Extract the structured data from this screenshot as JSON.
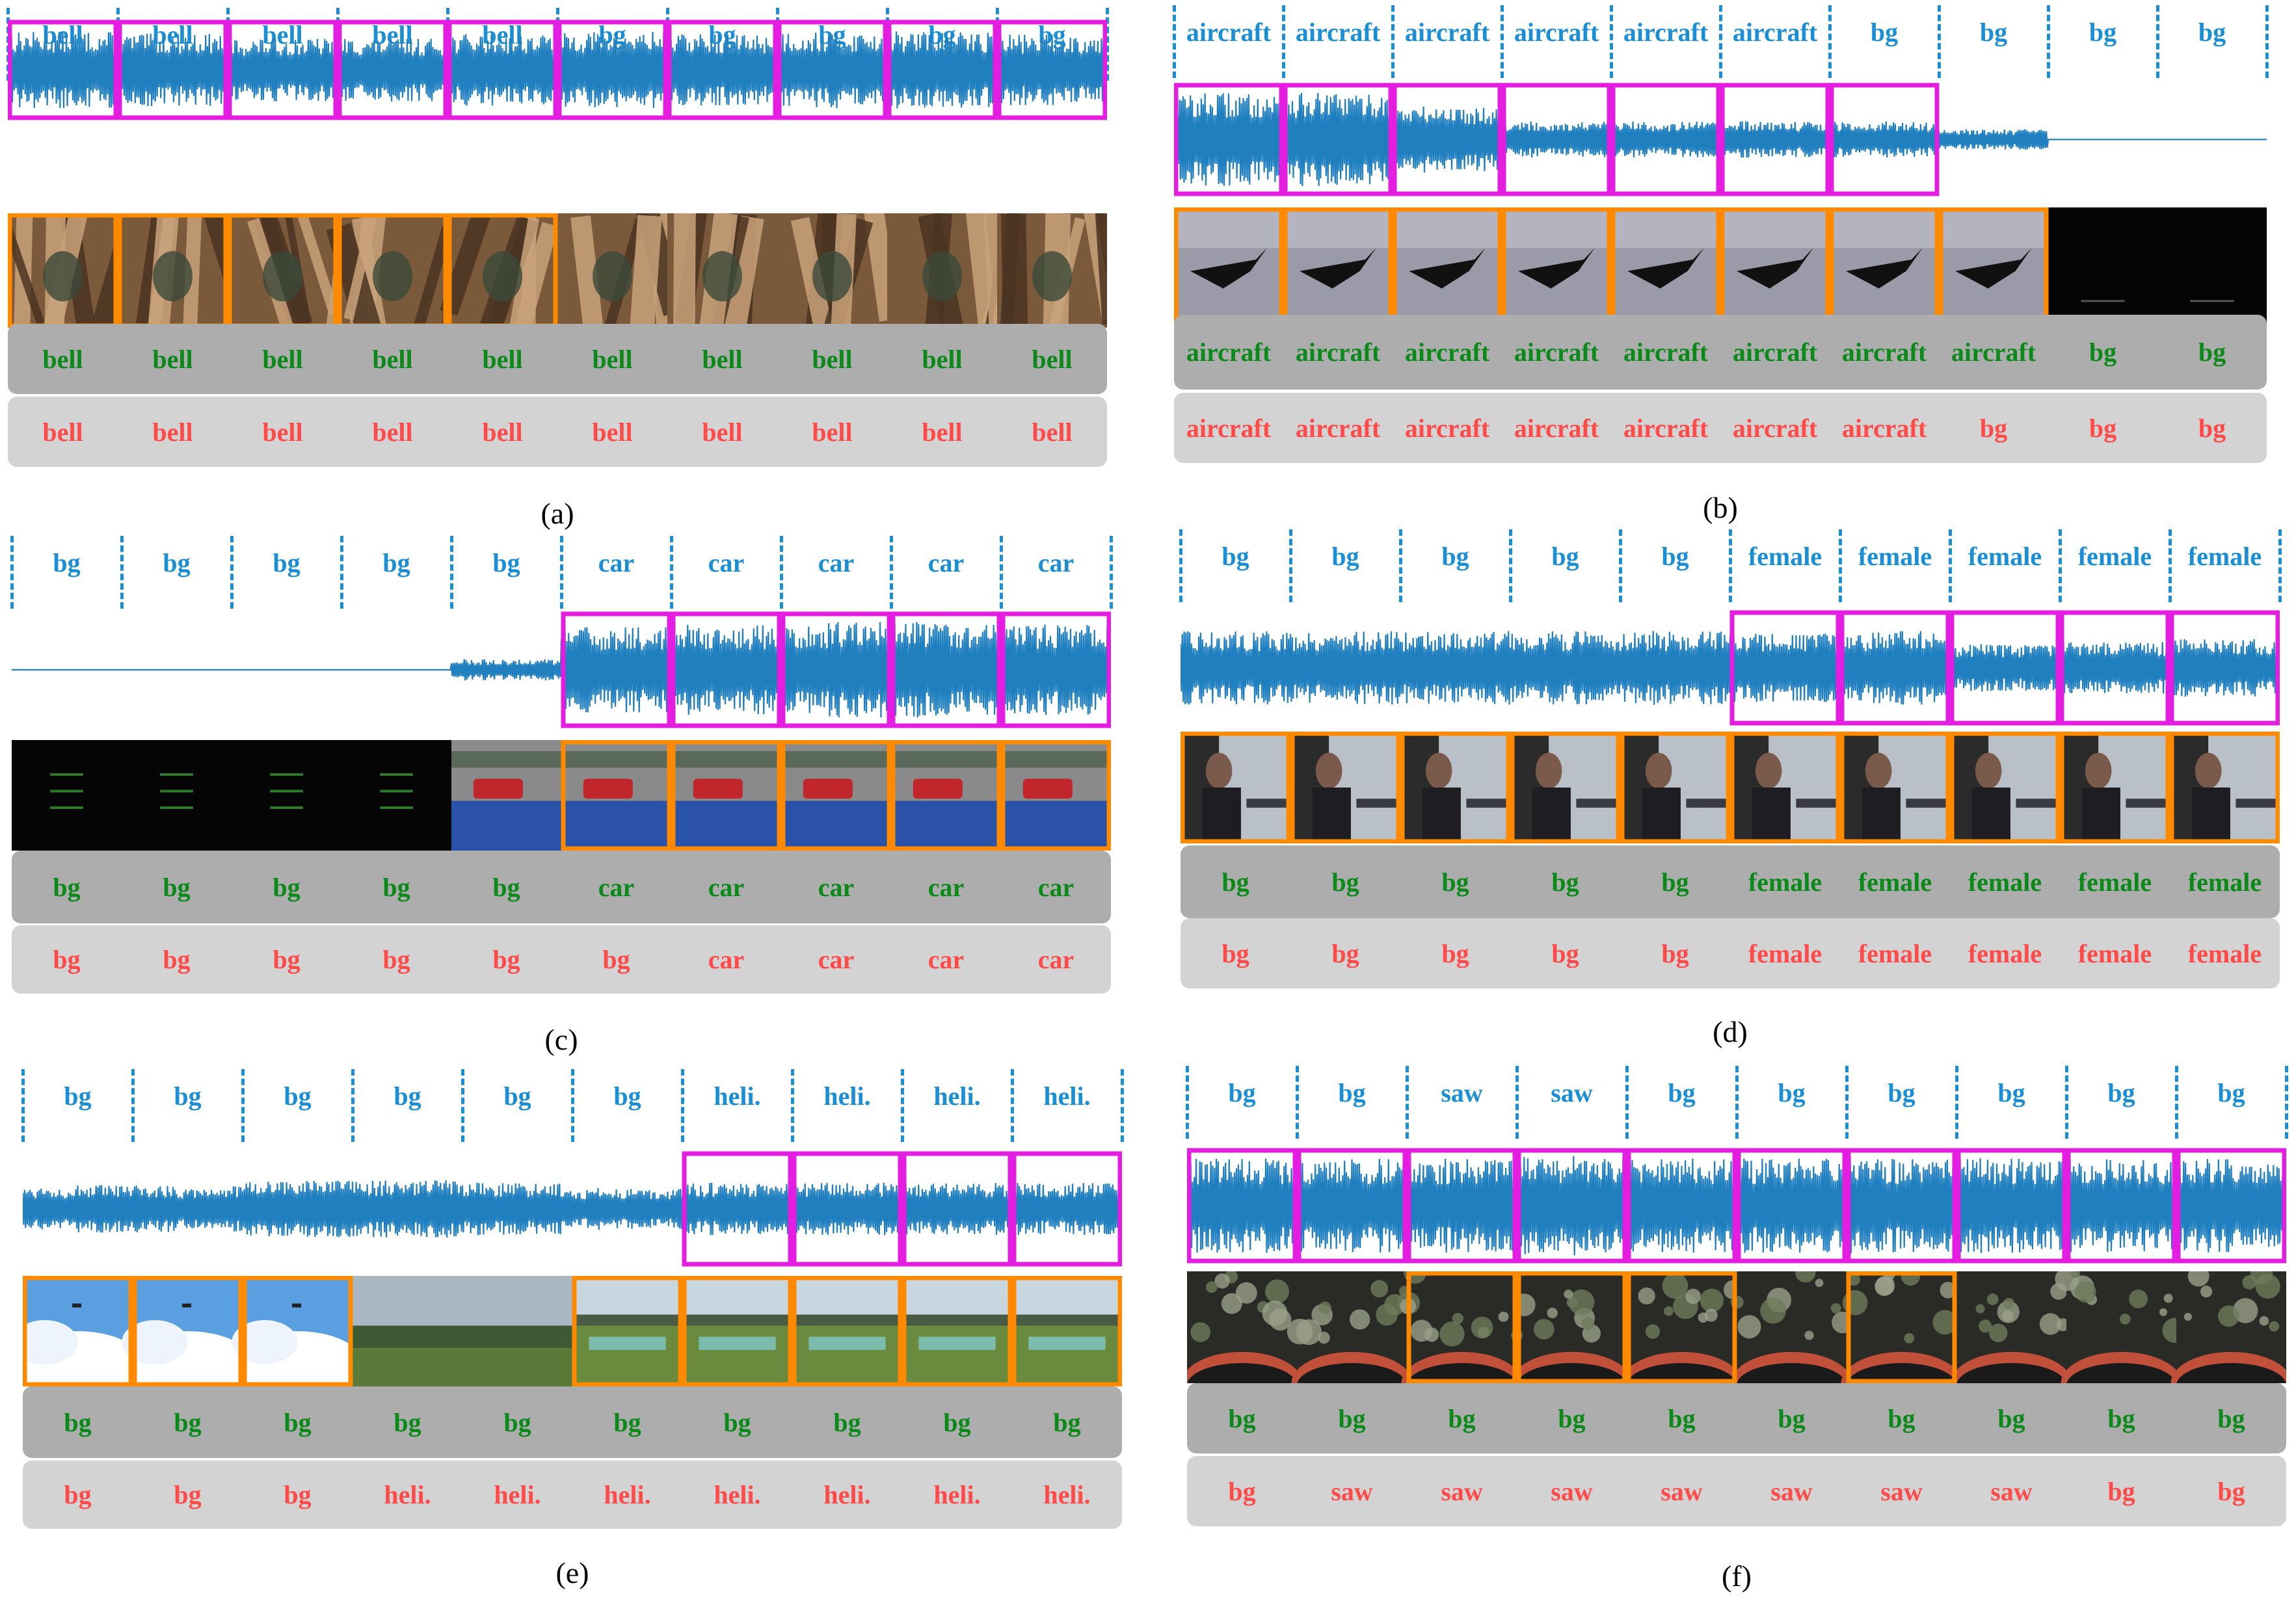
{
  "colors": {
    "label_blue": "#1a8fd6",
    "wave_blue": "#1f7fbf",
    "audio_box": "#e31ee0",
    "video_box": "#ff8a00",
    "pred_green": "#0b8a1a",
    "pred_red": "#ff4a4a",
    "pred_row_dark": "#adadad",
    "pred_row_light": "#d3d3d3"
  },
  "panels": [
    {
      "id": "a",
      "caption": "(a)",
      "labels": [
        "bell",
        "bell",
        "bell",
        "bell",
        "bell",
        "bg",
        "bg",
        "bg",
        "bg",
        "bg"
      ],
      "audio_boxes": [
        1,
        1,
        1,
        1,
        1,
        1,
        1,
        1,
        1,
        1
      ],
      "video_boxes": [
        1,
        1,
        1,
        1,
        1,
        0,
        0,
        0,
        0,
        0
      ],
      "wave_level": [
        0.85,
        0.8,
        0.7,
        0.7,
        0.8,
        0.85,
        0.8,
        0.85,
        0.85,
        0.8
      ],
      "frame_scene": [
        "bell",
        "bell",
        "bell",
        "bell",
        "bell",
        "bell",
        "bell",
        "bell",
        "bell",
        "bell"
      ],
      "pred_green": [
        "bell",
        "bell",
        "bell",
        "bell",
        "bell",
        "bell",
        "bell",
        "bell",
        "bell",
        "bell"
      ],
      "pred_red": [
        "bell",
        "bell",
        "bell",
        "bell",
        "bell",
        "bell",
        "bell",
        "bell",
        "bell",
        "bell"
      ]
    },
    {
      "id": "b",
      "caption": "(b)",
      "labels": [
        "aircraft",
        "aircraft",
        "aircraft",
        "aircraft",
        "aircraft",
        "aircraft",
        "bg",
        "bg",
        "bg",
        "bg"
      ],
      "audio_boxes": [
        1,
        1,
        1,
        1,
        1,
        1,
        1,
        0,
        0,
        0
      ],
      "video_boxes": [
        1,
        1,
        1,
        1,
        1,
        1,
        1,
        1,
        0,
        0
      ],
      "wave_level": [
        0.9,
        0.9,
        0.65,
        0.35,
        0.35,
        0.35,
        0.35,
        0.2,
        0.0,
        0.0
      ],
      "frame_scene": [
        "jet",
        "jet",
        "jet",
        "jet",
        "jet",
        "jet",
        "jet",
        "jet",
        "dark",
        "dark"
      ],
      "pred_green": [
        "aircraft",
        "aircraft",
        "aircraft",
        "aircraft",
        "aircraft",
        "aircraft",
        "aircraft",
        "aircraft",
        "bg",
        "bg"
      ],
      "pred_red": [
        "aircraft",
        "aircraft",
        "aircraft",
        "aircraft",
        "aircraft",
        "aircraft",
        "aircraft",
        "bg",
        "bg",
        "bg"
      ]
    },
    {
      "id": "c",
      "caption": "(c)",
      "labels": [
        "bg",
        "bg",
        "bg",
        "bg",
        "bg",
        "car",
        "car",
        "car",
        "car",
        "car"
      ],
      "audio_boxes": [
        0,
        0,
        0,
        0,
        0,
        1,
        1,
        1,
        1,
        1
      ],
      "video_boxes": [
        0,
        0,
        0,
        0,
        0,
        1,
        1,
        1,
        1,
        1
      ],
      "wave_level": [
        0.0,
        0.0,
        0.0,
        0.0,
        0.2,
        0.8,
        0.85,
        0.9,
        0.9,
        0.85
      ],
      "frame_scene": [
        "title",
        "title",
        "title",
        "title",
        "track",
        "track",
        "track",
        "track",
        "track",
        "track"
      ],
      "pred_green": [
        "bg",
        "bg",
        "bg",
        "bg",
        "bg",
        "car",
        "car",
        "car",
        "car",
        "car"
      ],
      "pred_red": [
        "bg",
        "bg",
        "bg",
        "bg",
        "bg",
        "bg",
        "car",
        "car",
        "car",
        "car"
      ]
    },
    {
      "id": "d",
      "caption": "(d)",
      "labels": [
        "bg",
        "bg",
        "bg",
        "bg",
        "bg",
        "female",
        "female",
        "female",
        "female",
        "female"
      ],
      "audio_boxes": [
        0,
        0,
        0,
        0,
        0,
        1,
        1,
        1,
        1,
        1
      ],
      "video_boxes": [
        1,
        1,
        1,
        1,
        1,
        1,
        1,
        1,
        1,
        1
      ],
      "wave_level": [
        0.7,
        0.7,
        0.7,
        0.7,
        0.7,
        0.65,
        0.7,
        0.45,
        0.5,
        0.55
      ],
      "frame_scene": [
        "room",
        "room",
        "room",
        "room",
        "room",
        "room",
        "room",
        "room",
        "room",
        "room"
      ],
      "pred_green": [
        "bg",
        "bg",
        "bg",
        "bg",
        "bg",
        "female",
        "female",
        "female",
        "female",
        "female"
      ],
      "pred_red": [
        "bg",
        "bg",
        "bg",
        "bg",
        "bg",
        "female",
        "female",
        "female",
        "female",
        "female"
      ]
    },
    {
      "id": "e",
      "caption": "(e)",
      "labels": [
        "bg",
        "bg",
        "bg",
        "bg",
        "bg",
        "bg",
        "heli.",
        "heli.",
        "heli.",
        "heli."
      ],
      "audio_boxes": [
        0,
        0,
        0,
        0,
        0,
        0,
        1,
        1,
        1,
        1
      ],
      "video_boxes": [
        1,
        1,
        1,
        0,
        0,
        1,
        1,
        1,
        1,
        1
      ],
      "wave_level": [
        0.45,
        0.45,
        0.55,
        0.55,
        0.5,
        0.4,
        0.5,
        0.5,
        0.5,
        0.5
      ],
      "frame_scene": [
        "sky",
        "sky",
        "sky",
        "park",
        "park",
        "field",
        "field",
        "field",
        "field",
        "field"
      ],
      "pred_green": [
        "bg",
        "bg",
        "bg",
        "bg",
        "bg",
        "bg",
        "bg",
        "bg",
        "bg",
        "bg"
      ],
      "pred_red": [
        "bg",
        "bg",
        "bg",
        "heli.",
        "heli.",
        "heli.",
        "heli.",
        "heli.",
        "heli.",
        "heli."
      ]
    },
    {
      "id": "f",
      "caption": "(f)",
      "labels": [
        "bg",
        "bg",
        "saw",
        "saw",
        "bg",
        "bg",
        "bg",
        "bg",
        "bg",
        "bg"
      ],
      "audio_boxes": [
        1,
        1,
        1,
        1,
        1,
        1,
        1,
        1,
        1,
        1
      ],
      "video_boxes": [
        0,
        0,
        1,
        1,
        1,
        0,
        1,
        0,
        0,
        0
      ],
      "wave_level": [
        0.9,
        0.9,
        0.9,
        0.95,
        0.9,
        0.9,
        0.9,
        0.9,
        0.9,
        0.9
      ],
      "frame_scene": [
        "forest",
        "forest",
        "forest",
        "forest",
        "forest",
        "forest",
        "forest",
        "forest",
        "forest",
        "forest"
      ],
      "pred_green": [
        "bg",
        "bg",
        "bg",
        "bg",
        "bg",
        "bg",
        "bg",
        "bg",
        "bg",
        "bg"
      ],
      "pred_red": [
        "bg",
        "saw",
        "saw",
        "saw",
        "saw",
        "saw",
        "saw",
        "saw",
        "bg",
        "bg"
      ]
    }
  ]
}
